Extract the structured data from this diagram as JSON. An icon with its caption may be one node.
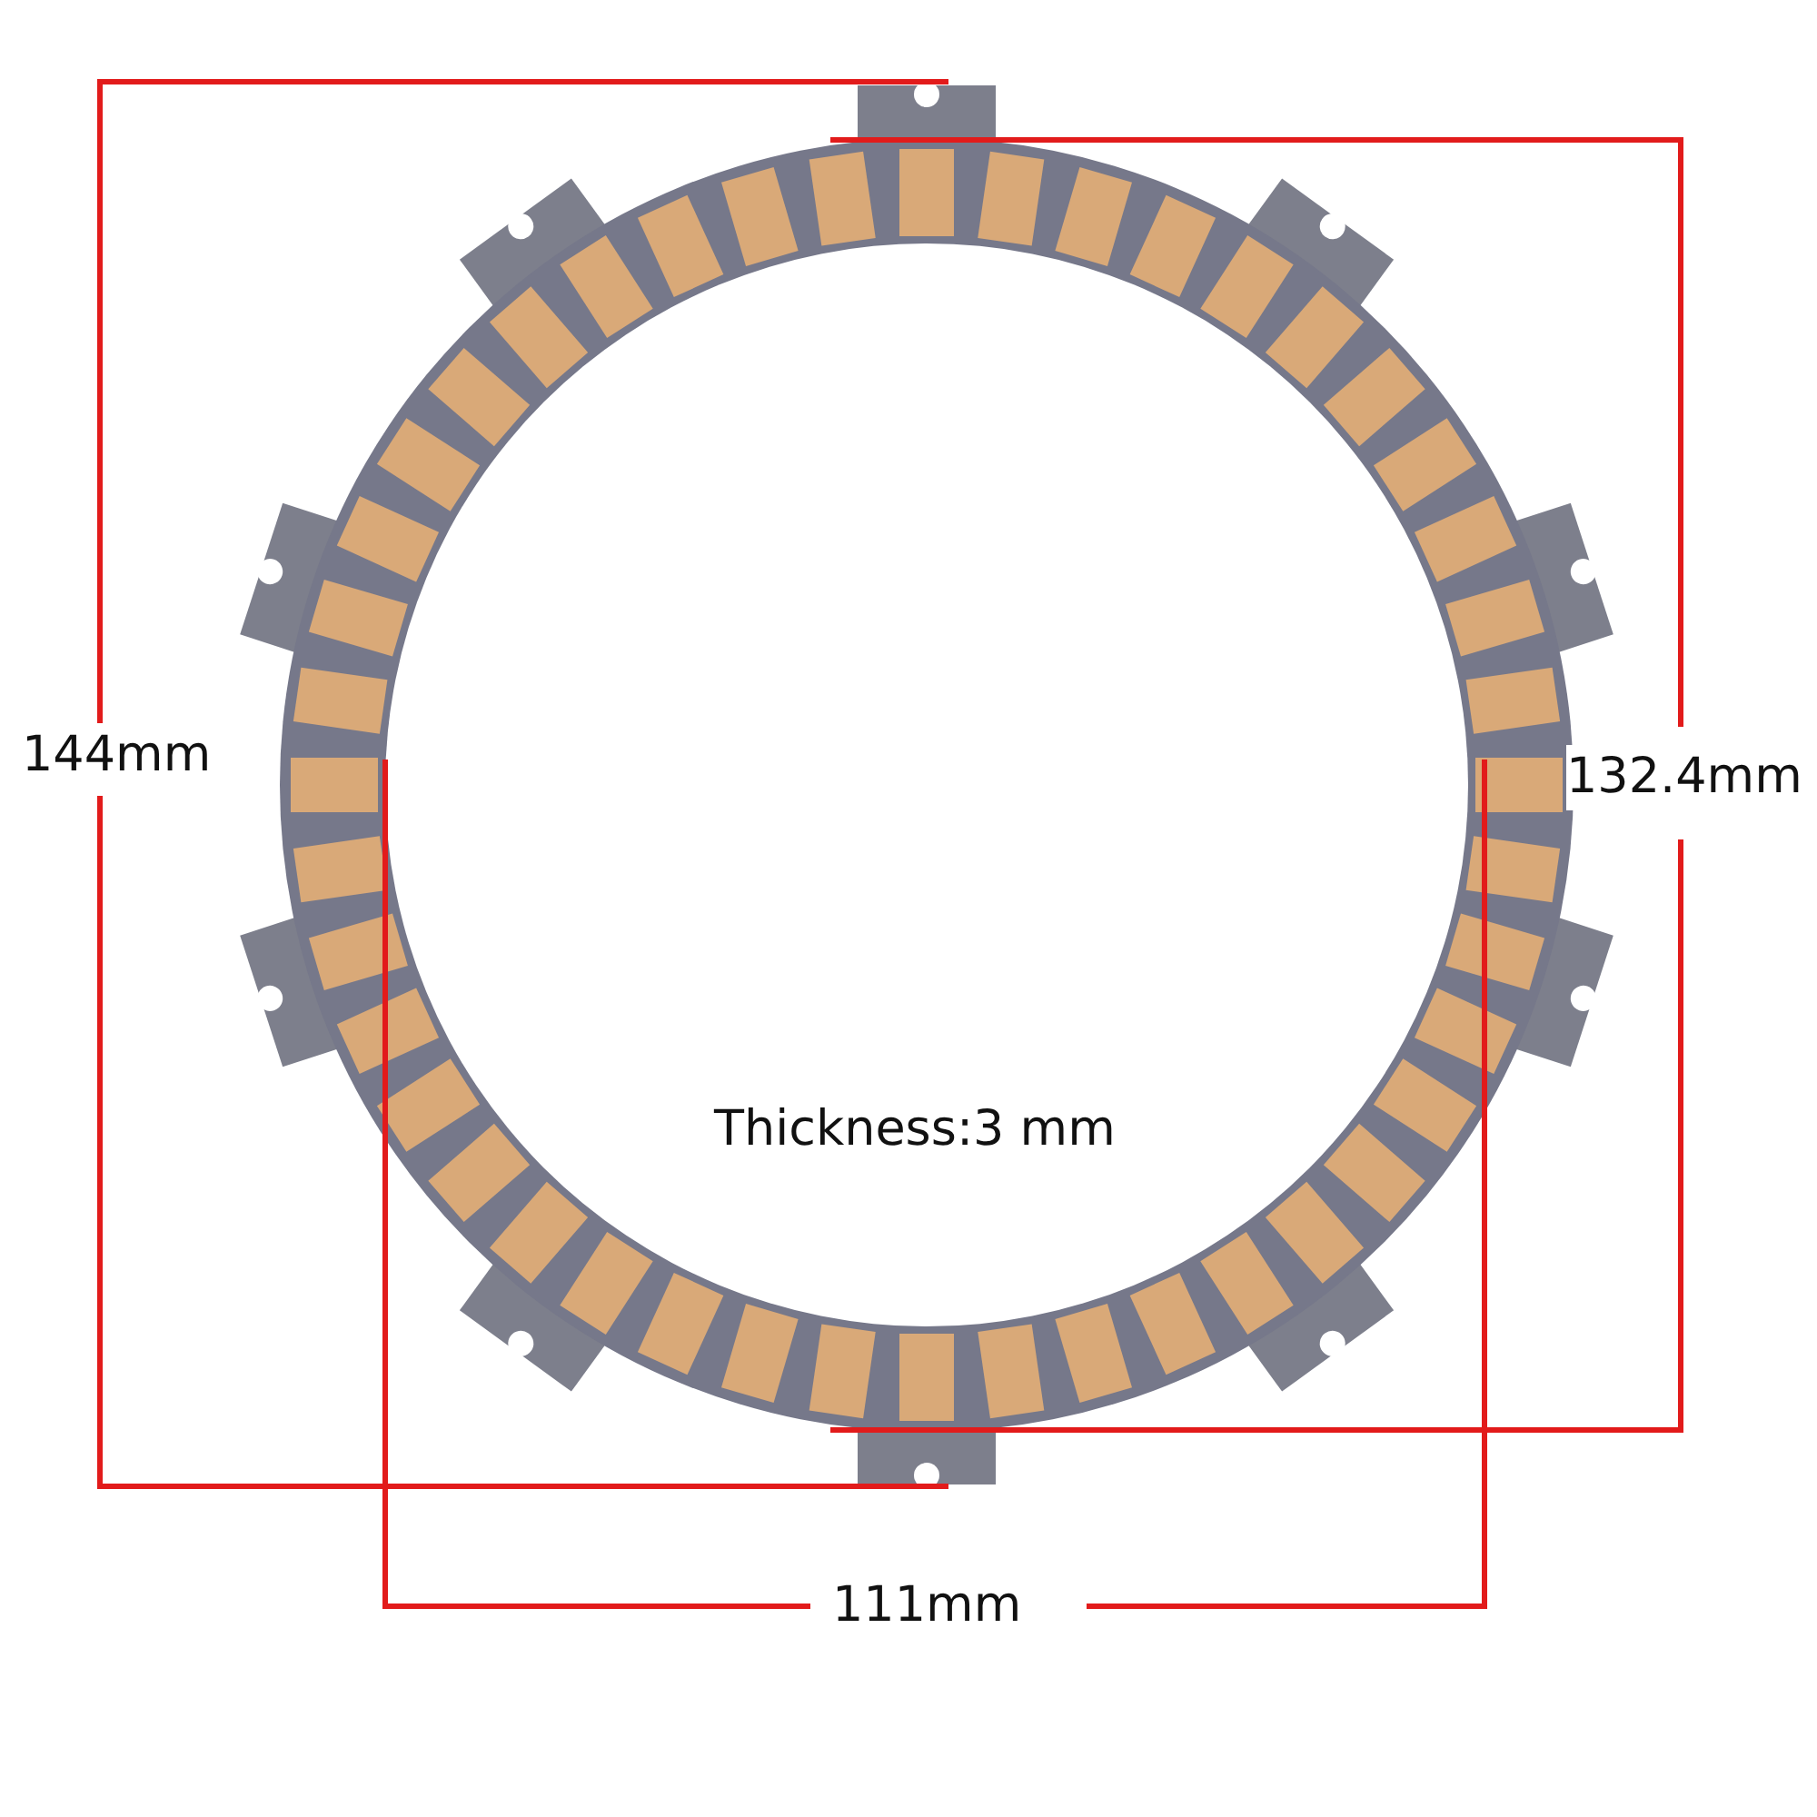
{
  "diagram": {
    "labels": [
      "144mm",
      "132.4mm",
      "111mm",
      "Thickness:3 mm"
    ]
  }
}
